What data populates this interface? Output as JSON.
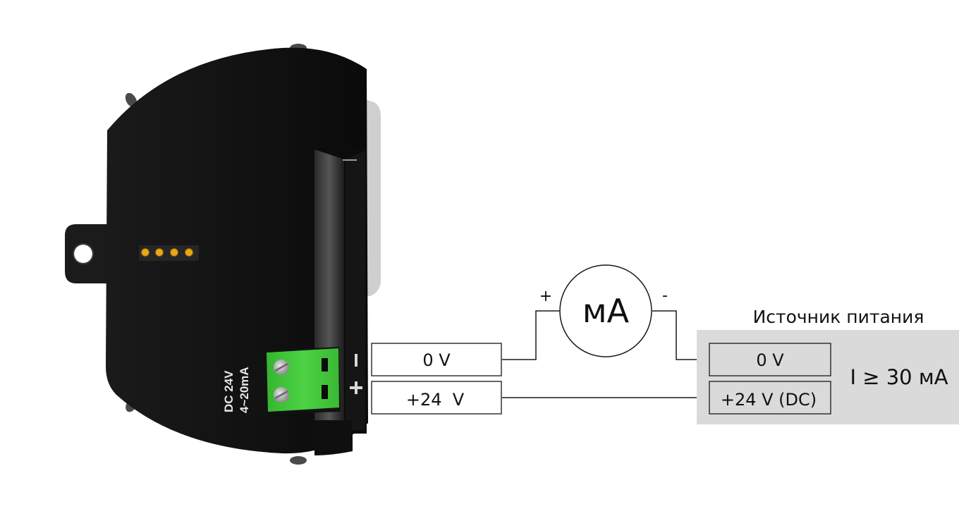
{
  "device": {
    "label_line1": "DC 24V",
    "label_line2": "4~20mA",
    "terminal_minus": "-",
    "terminal_plus": "+",
    "terminal_color": "#3fc23a",
    "body_color": "#121212",
    "pin_color": "#e8a81a"
  },
  "device_terminals": {
    "zero_v": "0 V",
    "plus_24v": "+24  V"
  },
  "meter": {
    "label": "мА",
    "plus_sign": "+",
    "minus_sign": "-"
  },
  "power_supply": {
    "title": "Источник питания",
    "zero_v": "0 V",
    "plus_24v": "+24 V (DC)",
    "current": "I ≥ 30 мА",
    "panel_color": "#dadada"
  }
}
